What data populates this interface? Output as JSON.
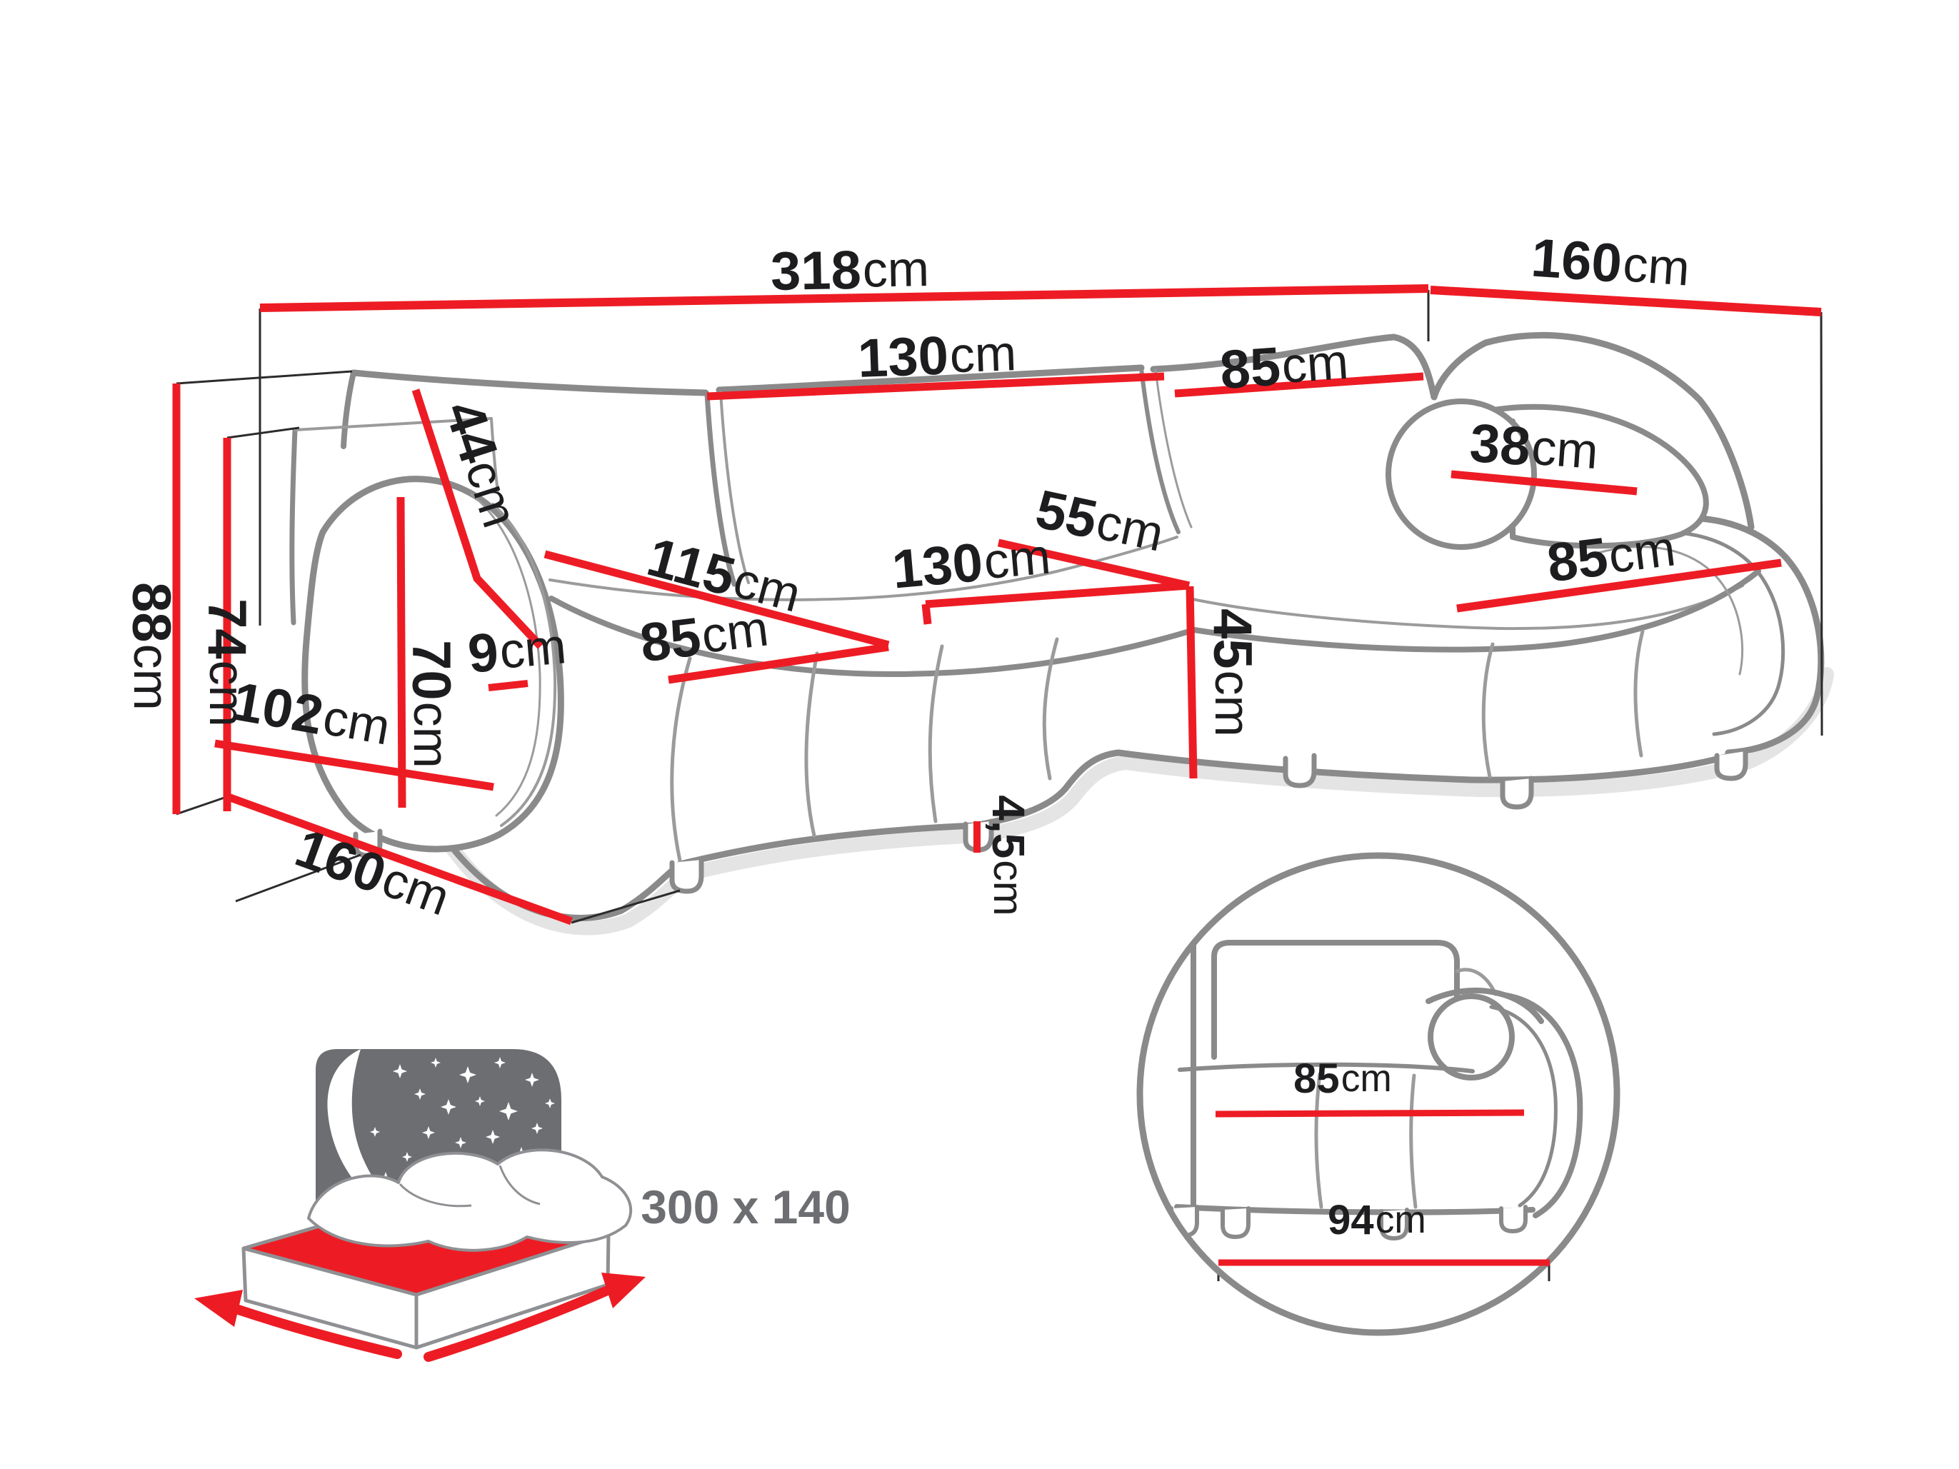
{
  "diagram_title": "corner sofa dimensions diagram",
  "unit_default": "cm",
  "dimensions": {
    "overall_width": {
      "value": "318",
      "unit": "cm"
    },
    "chaise_depth": {
      "value": "160",
      "unit": "cm"
    },
    "backrest_mid_width": {
      "value": "130",
      "unit": "cm"
    },
    "backrest_right_width": {
      "value": "85",
      "unit": "cm"
    },
    "headrest_roll": {
      "value": "38",
      "unit": "cm"
    },
    "chaise_seat_width": {
      "value": "85",
      "unit": "cm"
    },
    "backrest_height": {
      "value": "44",
      "unit": "cm"
    },
    "seat_left_width": {
      "value": "115",
      "unit": "cm"
    },
    "seat_left_depth": {
      "value": "85",
      "unit": "cm"
    },
    "seat_mid_width": {
      "value": "130",
      "unit": "cm"
    },
    "corner_seat_depth": {
      "value": "55",
      "unit": "cm"
    },
    "seat_height": {
      "value": "45",
      "unit": "cm"
    },
    "total_height": {
      "value": "88",
      "unit": "cm"
    },
    "arm_total_height": {
      "value": "74",
      "unit": "cm"
    },
    "armrest_height": {
      "value": "70",
      "unit": "cm"
    },
    "armrest_top_gap": {
      "value": "9",
      "unit": "cm"
    },
    "armrest_length": {
      "value": "102",
      "unit": "cm"
    },
    "side_depth": {
      "value": "160",
      "unit": "cm"
    },
    "leg_height": {
      "value": "4,5",
      "unit": "cm"
    }
  },
  "sleeping_area": {
    "size": "300 x 140"
  },
  "detail_inset": {
    "seat_width": {
      "value": "85",
      "unit": "cm"
    },
    "base_width": {
      "value": "94",
      "unit": "cm"
    }
  },
  "colors": {
    "dimension_red": "#ed1c24",
    "sofa_outline_gray": "#8a8a8a",
    "icon_gray": "#6d6e71",
    "text_black": "#1d1d1f"
  }
}
